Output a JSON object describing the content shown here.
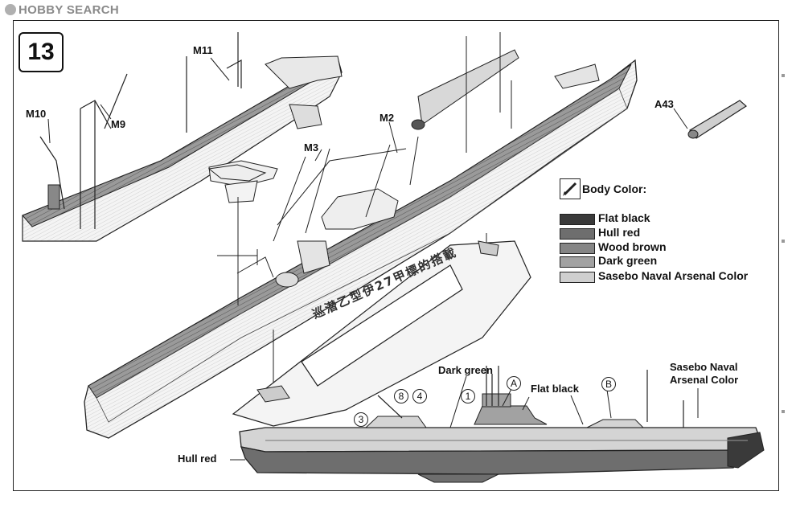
{
  "watermark": "HOBBY SEARCH",
  "step_number": "13",
  "parts": {
    "m11": "M11",
    "m10": "M10",
    "m9": "M9",
    "m3": "M3",
    "m2": "M2",
    "a43": "A43"
  },
  "legend": {
    "title": "Body Color:",
    "items": [
      {
        "label": "Flat black",
        "color": "#3a3a3a"
      },
      {
        "label": "Hull red",
        "color": "#6e6e6e"
      },
      {
        "label": "Wood brown",
        "color": "#858585"
      },
      {
        "label": "Dark green",
        "color": "#a2a2a2"
      },
      {
        "label": "Sasebo Naval Arsenal Color",
        "color": "#cfcfcf"
      }
    ]
  },
  "callouts": {
    "dark_green": "Dark green",
    "flat_black": "Flat black",
    "sasebo_line1": "Sasebo Naval",
    "sasebo_line2": "Arsenal Color",
    "hull_red": "Hull red"
  },
  "markers": [
    "8",
    "4",
    "3",
    "1",
    "A",
    "B"
  ],
  "stand_plate": "巡潜乙型伊27甲標的搭載"
}
